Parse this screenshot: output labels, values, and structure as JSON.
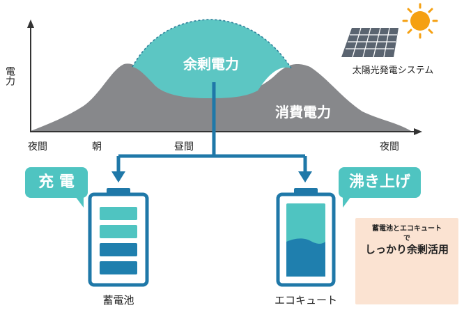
{
  "diagram": {
    "y_axis_label": "電力",
    "surplus_label": "余剰電力",
    "consumption_label": "消費電力",
    "solar_label": "太陽光発電システム",
    "time_labels": {
      "night_start": "夜間",
      "morning": "朝",
      "daytime": "昼間",
      "night_end": "夜間"
    },
    "charge_callout": "充 電",
    "boil_callout": "沸き上げ",
    "battery_label": "蓄電池",
    "ecocute_label": "エコキュート",
    "promo": {
      "line1": "蓄電池とエコキュート",
      "line2": "で",
      "line3": "しっかり余剰活用"
    },
    "colors": {
      "surplus": "#5cc6c3",
      "consumption": "#87888b",
      "accent_line": "#1f78a8",
      "callout": "#4fc4c1",
      "battery_dark": "#1f7fae",
      "sun": "#f5a011"
    }
  }
}
